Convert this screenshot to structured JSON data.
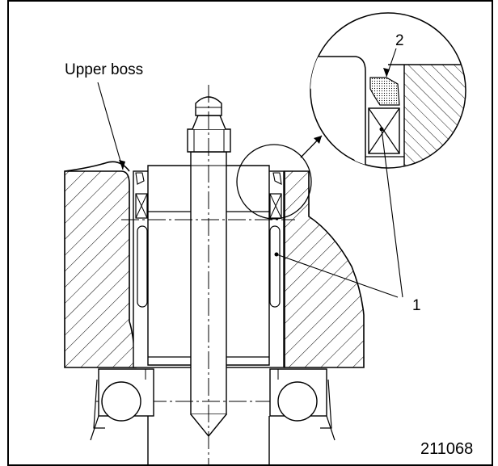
{
  "labels": {
    "upper_boss": "Upper boss",
    "callout_1": "1",
    "callout_2": "2",
    "figure_id": "211068"
  }
}
